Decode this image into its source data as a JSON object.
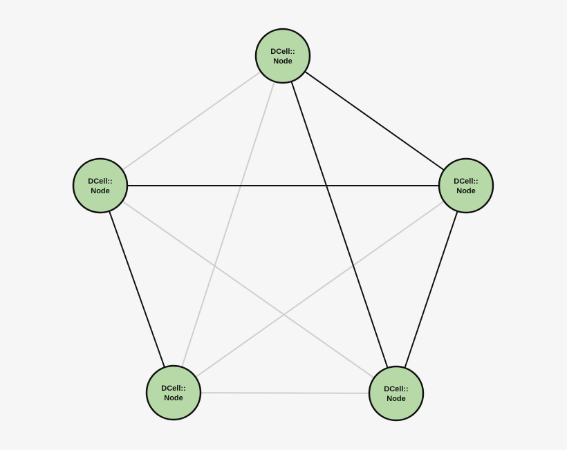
{
  "colors": {
    "background": "#f6f6f6",
    "node_fill": "#b7d9a8",
    "node_stroke": "#111111",
    "edge_dark": "#111111",
    "edge_light": "#cfcfcf"
  },
  "nodes": [
    {
      "id": "top",
      "label_line1": "DCell::",
      "label_line2": "Node"
    },
    {
      "id": "right",
      "label_line1": "DCell::",
      "label_line2": "Node"
    },
    {
      "id": "bottom-right",
      "label_line1": "DCell::",
      "label_line2": "Node"
    },
    {
      "id": "bottom-left",
      "label_line1": "DCell::",
      "label_line2": "Node"
    },
    {
      "id": "left",
      "label_line1": "DCell::",
      "label_line2": "Node"
    }
  ],
  "edges": [
    {
      "from": "top",
      "to": "right",
      "style": "dark"
    },
    {
      "from": "top",
      "to": "bottom-right",
      "style": "dark"
    },
    {
      "from": "left",
      "to": "right",
      "style": "dark"
    },
    {
      "from": "left",
      "to": "bottom-left",
      "style": "dark"
    },
    {
      "from": "right",
      "to": "bottom-right",
      "style": "dark"
    },
    {
      "from": "top",
      "to": "left",
      "style": "light"
    },
    {
      "from": "top",
      "to": "bottom-left",
      "style": "light"
    },
    {
      "from": "left",
      "to": "bottom-right",
      "style": "light"
    },
    {
      "from": "right",
      "to": "bottom-left",
      "style": "light"
    },
    {
      "from": "bottom-left",
      "to": "bottom-right",
      "style": "light"
    }
  ]
}
